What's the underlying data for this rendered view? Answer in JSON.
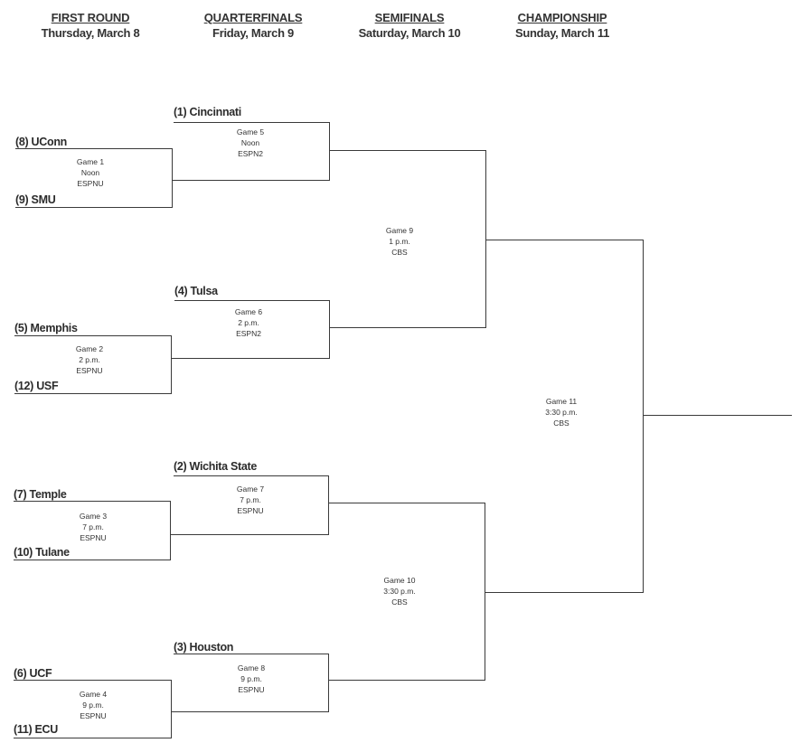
{
  "rounds": [
    {
      "name": "FIRST ROUND",
      "date": "Thursday, March 8"
    },
    {
      "name": "QUARTERFINALS",
      "date": "Friday, March 9"
    },
    {
      "name": "SEMIFINALS",
      "date": "Saturday, March 10"
    },
    {
      "name": "CHAMPIONSHIP",
      "date": "Sunday, March 11"
    }
  ],
  "teams": {
    "uconn": "(8) UConn",
    "smu": "(9) SMU",
    "memphis": "(5) Memphis",
    "usf": "(12) USF",
    "temple": "(7) Temple",
    "tulane": "(10) Tulane",
    "ucf": "(6) UCF",
    "ecu": "(11) ECU",
    "cincinnati": "(1) Cincinnati",
    "tulsa": "(4) Tulsa",
    "wichita_state": "(2) Wichita State",
    "houston": "(3) Houston"
  },
  "games": {
    "g1": {
      "name": "Game 1",
      "time": "Noon",
      "network": "ESPNU"
    },
    "g2": {
      "name": "Game 2",
      "time": "2 p.m.",
      "network": "ESPNU"
    },
    "g3": {
      "name": "Game 3",
      "time": "7 p.m.",
      "network": "ESPNU"
    },
    "g4": {
      "name": "Game 4",
      "time": "9 p.m.",
      "network": "ESPNU"
    },
    "g5": {
      "name": "Game 5",
      "time": "Noon",
      "network": "ESPN2"
    },
    "g6": {
      "name": "Game 6",
      "time": "2 p.m.",
      "network": "ESPN2"
    },
    "g7": {
      "name": "Game 7",
      "time": "7 p.m.",
      "network": "ESPNU"
    },
    "g8": {
      "name": "Game 8",
      "time": "9 p.m.",
      "network": "ESPNU"
    },
    "g9": {
      "name": "Game 9",
      "time": "1 p.m.",
      "network": "CBS"
    },
    "g10": {
      "name": "Game 10",
      "time": "3:30 p.m.",
      "network": "CBS"
    },
    "g11": {
      "name": "Game 11",
      "time": "3:30 p.m.",
      "network": "CBS"
    }
  }
}
